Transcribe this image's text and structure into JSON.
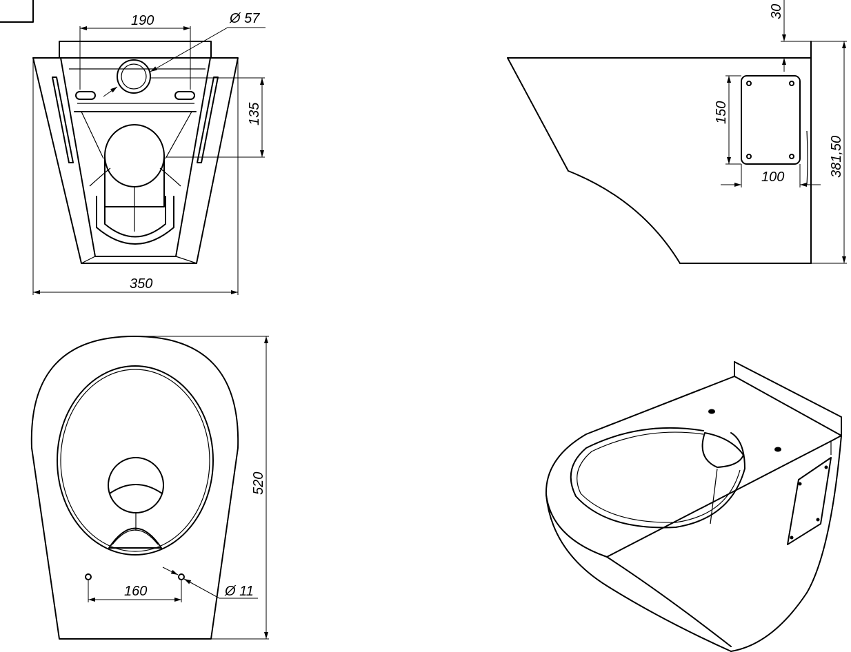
{
  "dimensions": {
    "front_slot_spacing": "190",
    "front_pipe_diameter": "Ø 57",
    "front_height_135": "135",
    "front_width": "350",
    "side_top_offset": "30",
    "side_plate_height": "150",
    "side_plate_width": "100",
    "side_total_height": "381,50",
    "top_length": "520",
    "top_hole_spacing": "160",
    "top_hole_diameter": "Ø 11"
  }
}
